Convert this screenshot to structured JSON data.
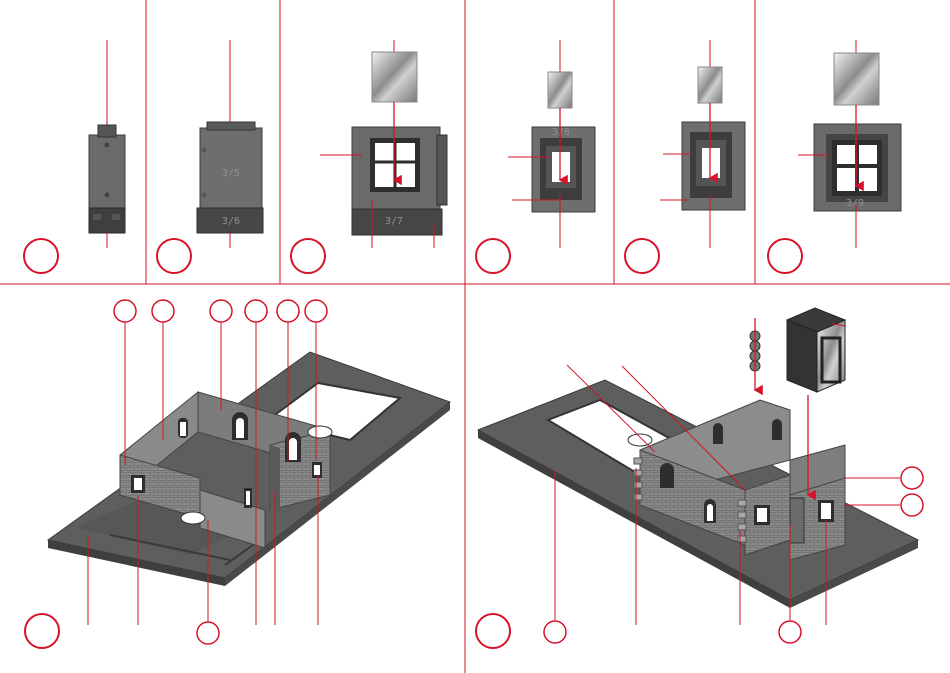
{
  "colors": {
    "accent": "#d6132a",
    "part_dark": "#4a4a4a",
    "part_mid": "#6e6e6e",
    "part_light": "#9a9a9a",
    "window_frame": "#2e2e2e",
    "glass": "#d8d8d8",
    "baseplate": "#5c5c5c"
  },
  "part_labels": {
    "step2_wall": "3/5",
    "step2_base": "3/6",
    "step3_wall": "3/7",
    "step4_top": "3/8",
    "step6_bottom": "3/9"
  },
  "icons": [
    "step-marker-circle",
    "part-marker-circle",
    "insertion-arrow"
  ]
}
